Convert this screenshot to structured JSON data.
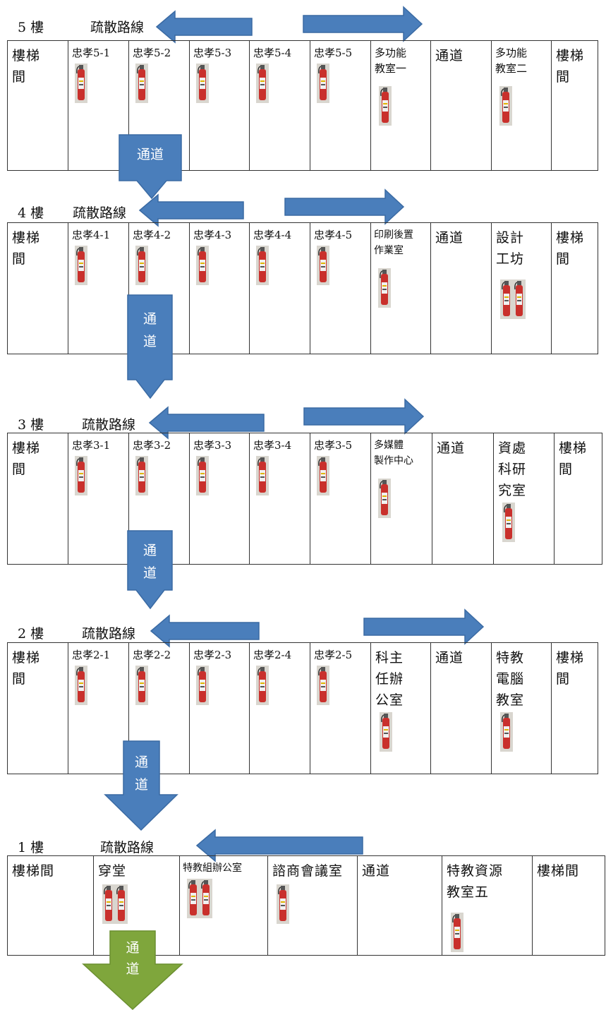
{
  "route_label": "疏散路線",
  "passage_label": "通道",
  "colors": {
    "arrow_fill": "#4a7ebb",
    "arrow_stroke": "#3a6aa3",
    "exit_arrow_fill": "#7fa63c",
    "extinguisher": "fire-extinguisher-icon"
  },
  "floors": {
    "f5": {
      "label": "5 樓",
      "cells": [
        {
          "text": "樓梯\n間",
          "extinguishers": 0
        },
        {
          "text": "忠孝5-1",
          "extinguishers": 1
        },
        {
          "text": "忠孝5-2",
          "extinguishers": 1
        },
        {
          "text": "忠孝5-3",
          "extinguishers": 1
        },
        {
          "text": "忠孝5-4",
          "extinguishers": 1
        },
        {
          "text": "忠孝5-5",
          "extinguishers": 1
        },
        {
          "text": "多功能\n教室一",
          "extinguishers": 1
        },
        {
          "text": "通道",
          "extinguishers": 0
        },
        {
          "text": "多功能\n教室二",
          "extinguishers": 1
        },
        {
          "text": "樓梯\n間",
          "extinguishers": 0
        }
      ]
    },
    "f4": {
      "label": "4 樓",
      "cells": [
        {
          "text": "樓梯\n間",
          "extinguishers": 0
        },
        {
          "text": "忠孝4-1",
          "extinguishers": 1
        },
        {
          "text": "忠孝4-2",
          "extinguishers": 1
        },
        {
          "text": "忠孝4-3",
          "extinguishers": 1
        },
        {
          "text": "忠孝4-4",
          "extinguishers": 1
        },
        {
          "text": "忠孝4-5",
          "extinguishers": 1
        },
        {
          "text": "印刷後置\n作業室",
          "extinguishers": 1
        },
        {
          "text": "通道",
          "extinguishers": 0
        },
        {
          "text": "設計\n工坊",
          "extinguishers": 2
        },
        {
          "text": "樓梯\n間",
          "extinguishers": 0
        }
      ]
    },
    "f3": {
      "label": "3 樓",
      "cells": [
        {
          "text": "樓梯\n間",
          "extinguishers": 0
        },
        {
          "text": "忠孝3-1",
          "extinguishers": 1
        },
        {
          "text": "忠孝3-2",
          "extinguishers": 1
        },
        {
          "text": "忠孝3-3",
          "extinguishers": 1
        },
        {
          "text": "忠孝3-4",
          "extinguishers": 1
        },
        {
          "text": "忠孝3-5",
          "extinguishers": 1
        },
        {
          "text": "多媒體\n製作中心",
          "extinguishers": 1
        },
        {
          "text": "通道",
          "extinguishers": 0
        },
        {
          "text": "資處\n科研\n究室",
          "extinguishers": 1
        },
        {
          "text": "樓梯\n間",
          "extinguishers": 0
        }
      ]
    },
    "f2": {
      "label": "2 樓",
      "cells": [
        {
          "text": "樓梯\n間",
          "extinguishers": 0
        },
        {
          "text": "忠孝2-1",
          "extinguishers": 1
        },
        {
          "text": "忠孝2-2",
          "extinguishers": 1
        },
        {
          "text": "忠孝2-3",
          "extinguishers": 1
        },
        {
          "text": "忠孝2-4",
          "extinguishers": 1
        },
        {
          "text": "忠孝2-5",
          "extinguishers": 1
        },
        {
          "text": "科主\n任辦\n公室",
          "extinguishers": 1
        },
        {
          "text": "通道",
          "extinguishers": 0
        },
        {
          "text": "特教\n電腦\n教室",
          "extinguishers": 1
        },
        {
          "text": "樓梯\n間",
          "extinguishers": 0
        }
      ]
    },
    "f1": {
      "label": "1 樓",
      "cells": [
        {
          "text": "樓梯間",
          "extinguishers": 0
        },
        {
          "text": "穿堂",
          "extinguishers": 2
        },
        {
          "text": "特教組辦公室",
          "extinguishers": 2
        },
        {
          "text": "諮商會議室",
          "extinguishers": 1
        },
        {
          "text": "通道",
          "extinguishers": 0
        },
        {
          "text": "特教資源\n教室五",
          "extinguishers": 1
        },
        {
          "text": "樓梯間",
          "extinguishers": 0
        }
      ]
    }
  }
}
